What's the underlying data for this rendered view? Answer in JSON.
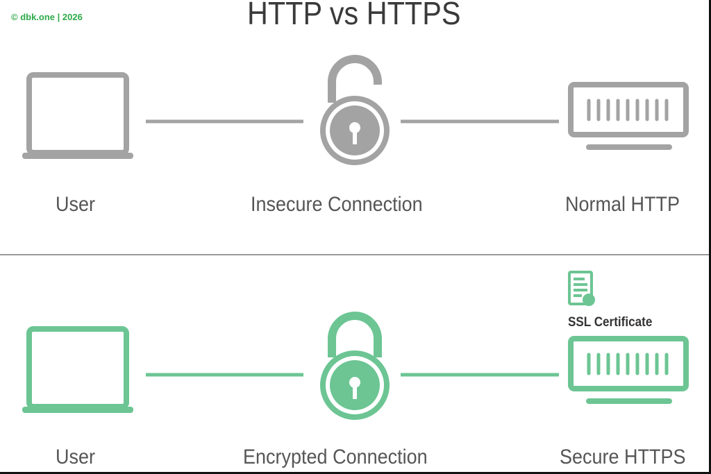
{
  "title": "HTTP vs HTTPS",
  "watermark": "© dbk.one | 2026",
  "colors": {
    "insecure": "#a3a3a3",
    "secure": "#6cc593",
    "divider": "#999999"
  },
  "http_row": {
    "user": "User",
    "connection": "Insecure Connection",
    "server": "Normal HTTP"
  },
  "https_row": {
    "user": "User",
    "connection": "Encrypted Connection",
    "server": "Secure HTTPS",
    "certificate": "SSL Certificate"
  }
}
